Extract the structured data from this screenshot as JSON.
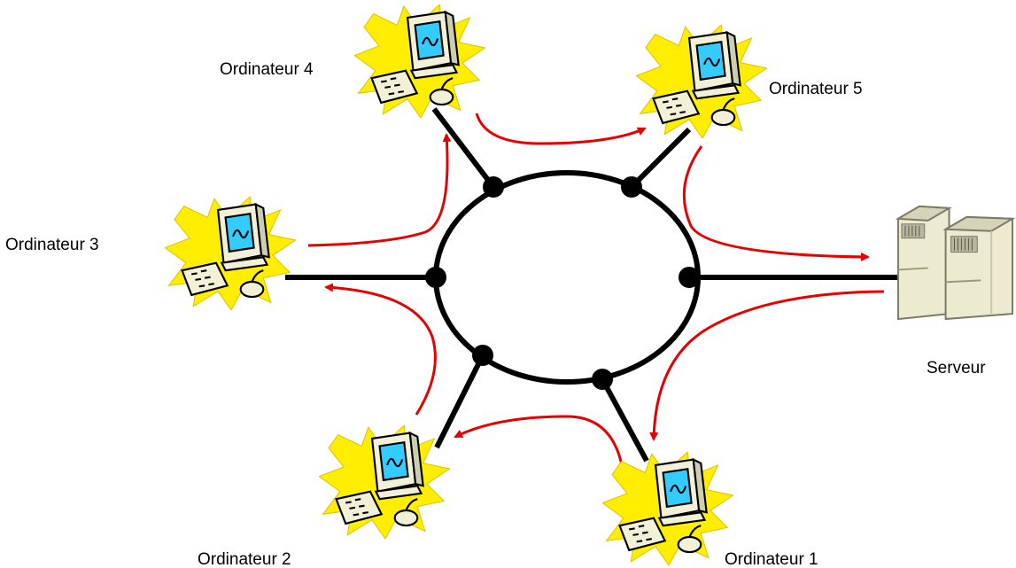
{
  "labels": {
    "computer_1": "Ordinateur 1",
    "computer_2": "Ordinateur 2",
    "computer_3": "Ordinateur 3",
    "computer_4": "Ordinateur 4",
    "computer_5": "Ordinateur 5",
    "server": "Serveur"
  },
  "colors": {
    "ring": "#000000",
    "flow_arrow": "#e60000",
    "burst": "#ffee00",
    "monitor_screen": "#33ccff",
    "monitor_body": "#f2f0d6",
    "server_body": "#ecebd0"
  },
  "icons": {
    "computer": "computer-clipart-icon",
    "server": "server-tower-icon"
  }
}
